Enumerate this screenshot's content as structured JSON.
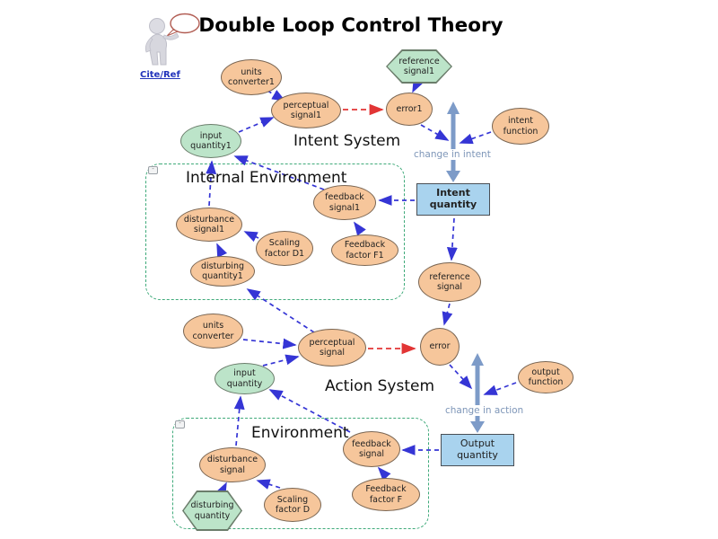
{
  "title": "Double Loop Control Theory",
  "cite_link": "Cite/Ref",
  "labels": {
    "intent_system": "Intent System",
    "action_system": "Action System",
    "internal_environment": "Internal Environment",
    "environment": "Environment",
    "change_in_intent": "change in intent",
    "change_in_action": "change in action"
  },
  "nodes": {
    "units_converter1": "units\nconverter1",
    "reference_signal1": "reference\nsignal1",
    "perceptual_signal1": "perceptual\nsignal1",
    "error1": "error1",
    "intent_function": "intent\nfunction",
    "input_quantity1": "input\nquantity1",
    "intent_quantity": "Intent\nquantity",
    "feedback_signal1": "feedback\nsignal1",
    "disturbance_signal1": "disturbance\nsignal1",
    "scaling_factor_d1": "Scaling\nfactor D1",
    "feedback_factor_f1": "Feedback\nfactor F1",
    "disturbing_quantity1": "disturbing\nquantity1",
    "reference_signal": "reference\nsignal",
    "units_converter": "units\nconverter",
    "perceptual_signal": "perceptual\nsignal",
    "error": "error",
    "output_function": "output\nfunction",
    "input_quantity": "input\nquantity",
    "output_quantity": "Output\nquantity",
    "feedback_signal": "feedback\nsignal",
    "disturbance_signal": "disturbance\nsignal",
    "scaling_factor_d": "Scaling\nfactor D",
    "feedback_factor_f": "Feedback\nfactor F",
    "disturbing_quantity": "disturbing\nquantity"
  },
  "colors": {
    "node_peach": "#F6C69B",
    "node_green": "#BCE4C9",
    "quantity_box_blue": "#A9D3EE",
    "arrow_blue": "#3535D5",
    "arrow_red": "#E23535",
    "thick_arrow_blue": "#7D9BC8",
    "group_border_green": "#3FAA7A",
    "change_label_blue": "#7E96B8",
    "link_blue": "#2233BB"
  }
}
